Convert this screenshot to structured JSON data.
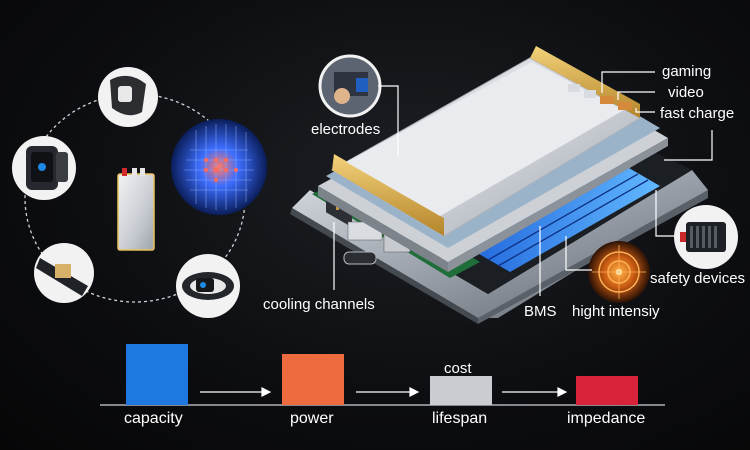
{
  "callouts": {
    "gaming": "gaming",
    "video": "video",
    "fast_charge": "fast charge",
    "electrodes": "electrodes",
    "cooling_channels": "cooling channels",
    "bms": "BMS",
    "high_intensity": "hight intensiy",
    "safety_devices": "safety devices"
  },
  "flow": {
    "steps": [
      {
        "label": "capacity",
        "color": "#1f78e0"
      },
      {
        "label": "power",
        "color": "#ee6a3f"
      },
      {
        "label": "lifespan",
        "color": "#c9ccd0",
        "top_label": "cost"
      },
      {
        "label": "impedance",
        "color": "#d8233a"
      }
    ]
  },
  "wearables": [
    "wristband-icon",
    "smartwatch-icon",
    "fitness-tracker-icon",
    "smart-band-icon"
  ]
}
